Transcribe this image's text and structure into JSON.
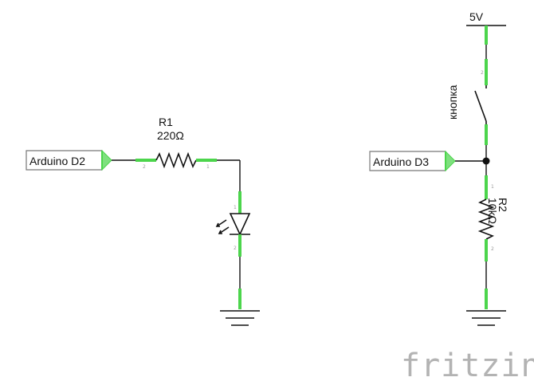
{
  "circuit_left": {
    "port_label": "Arduino D2",
    "resistor_name": "R1",
    "resistor_value": "220Ω",
    "resistor_pin_left": "2",
    "resistor_pin_right": "1",
    "led_pin_top": "1",
    "led_pin_bottom": "2"
  },
  "circuit_right": {
    "supply_label": "5V",
    "button_label": "кнопка",
    "button_pin_top": "2",
    "port_label": "Arduino D3",
    "resistor_name": "R2",
    "resistor_value": "10kΩ",
    "resistor_pin_top": "1",
    "resistor_pin_bottom": "2"
  },
  "watermark": "fritzing",
  "colors": {
    "wire": "#111111",
    "connector_highlight": "#4cd54c",
    "watermark": "#b3b3b3"
  }
}
